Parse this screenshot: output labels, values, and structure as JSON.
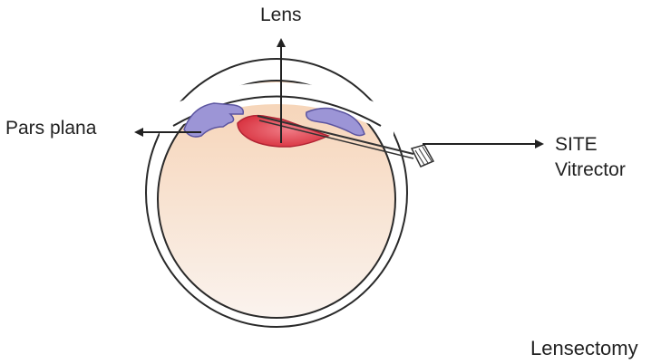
{
  "labels": {
    "lens": "Lens",
    "pars_plana": "Pars plana",
    "site": "SITE",
    "vitrector": "Vitrector"
  },
  "caption": "Lensectomy",
  "colors": {
    "globe_fill_top": "#f6d2b4",
    "globe_fill_bottom": "#faf3ee",
    "globe_outline": "#2a2a2a",
    "ciliary_body": "#9c95d6",
    "lens_fill": "#e04a56",
    "instrument": "#333333",
    "label_text": "#222222"
  }
}
